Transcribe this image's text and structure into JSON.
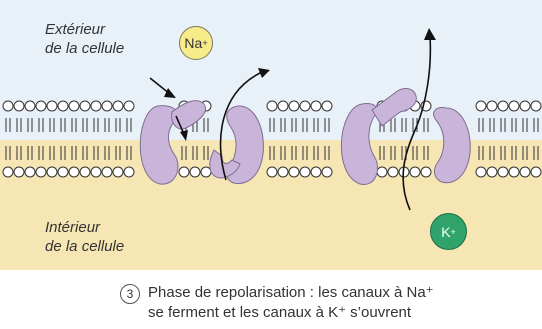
{
  "outside_label": {
    "line1": "Extérieur",
    "line2": "de la cellule"
  },
  "inside_label": {
    "line1": "Intérieur",
    "line2": "de la cellule"
  },
  "ions": {
    "sodium": {
      "symbol": "Na",
      "charge": "+"
    },
    "potassium": {
      "symbol": "K",
      "charge": "+"
    }
  },
  "caption": {
    "number": "3",
    "line1": "Phase de repolarisation : les canaux à Na⁺",
    "line2": "se ferment et les canaux à K⁺ s’ouvrent"
  },
  "colors": {
    "outside": "#e9f1f8",
    "inside": "#f6e6b4",
    "lipid_head": "#ffffff",
    "channel": "#c9b5d9",
    "sodium_ion": "#f8eb8a",
    "potassium_ion": "#2fa36a"
  }
}
